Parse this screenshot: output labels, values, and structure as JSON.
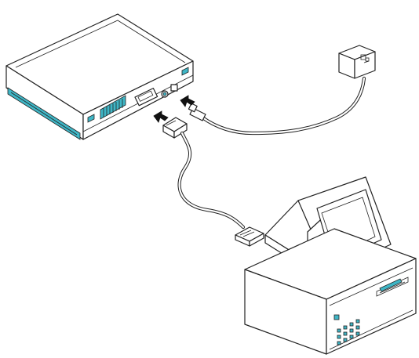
{
  "diagram": {
    "components": [
      "scanner",
      "power-adapter",
      "computer",
      "monitor",
      "parallel-cable",
      "power-cable"
    ],
    "colors": {
      "line": "#222222",
      "accent": "#3fb6c6",
      "background": "#ffffff"
    },
    "icons": [
      "scanner-device-icon",
      "power-adapter-icon",
      "desktop-computer-icon",
      "arrow-icon"
    ]
  }
}
